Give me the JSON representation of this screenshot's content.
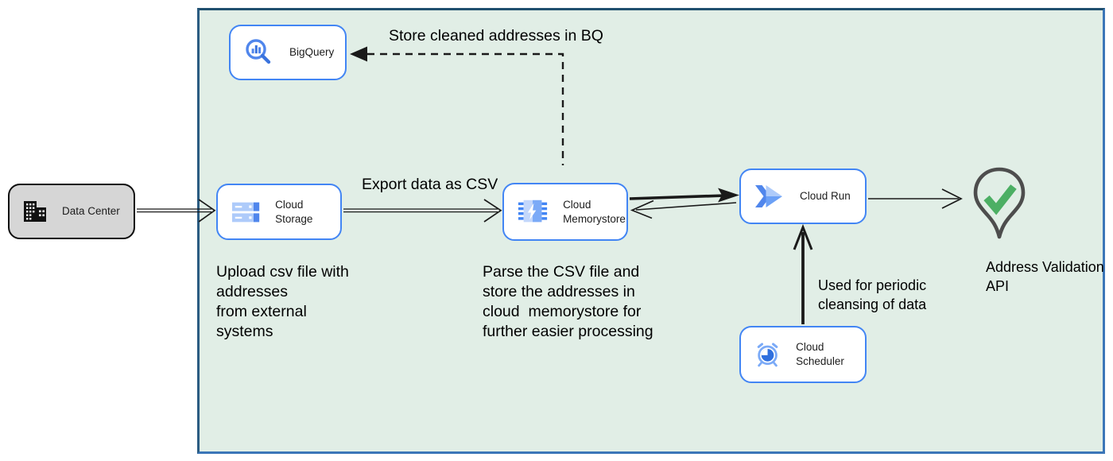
{
  "diagram": {
    "nodes": {
      "data_center": {
        "label": "Data Center"
      },
      "bigquery": {
        "label": "BigQuery"
      },
      "cloud_storage": {
        "label": "Cloud Storage"
      },
      "cloud_memorystore": {
        "label": "Cloud Memorystore"
      },
      "cloud_run": {
        "label": "Cloud Run"
      },
      "cloud_scheduler": {
        "label": "Cloud Scheduler"
      }
    },
    "endpoint": {
      "label": "Address Validation\nAPI"
    },
    "annotations": {
      "store_bq": "Store cleaned addresses in BQ",
      "export_csv": "Export data as CSV",
      "upload_note": "Upload csv file with\naddresses\nfrom external\nsystems",
      "parse_note": "Parse the CSV file and\nstore the addresses in\ncloud  memorystore for\nfurther easier processing",
      "scheduler_note": "Used for periodic\ncleansing of data"
    },
    "colors": {
      "boundary_fill": "#e1eee6",
      "boundary_border": "#3b76b8",
      "node_border": "#4285f4",
      "datacenter_fill": "#d6d6d6",
      "icon_blue": "#5086ec",
      "icon_light_blue": "#aecbfa",
      "check_green": "#4caf64",
      "pin_gray": "#4d4d4d",
      "arrow_black": "#1a1a1a"
    }
  }
}
